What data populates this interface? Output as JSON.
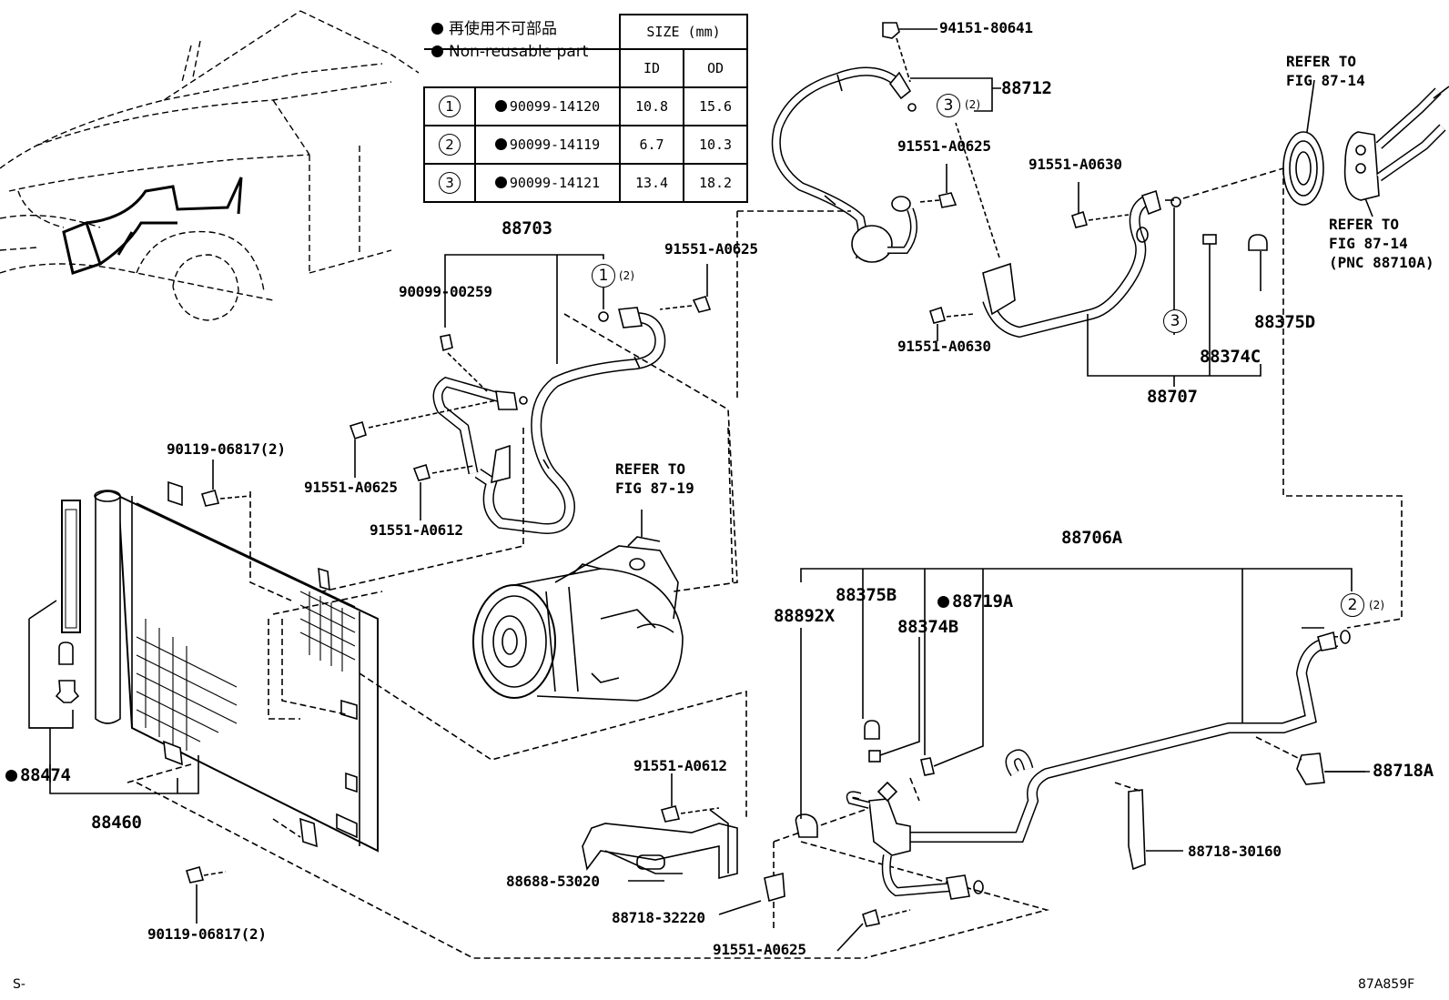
{
  "legend": {
    "line1": "再使用不可部品",
    "line2": "Non-reusable part"
  },
  "size_table": {
    "header": "SIZE (mm)",
    "col_id": "ID",
    "col_od": "OD",
    "rows": [
      {
        "mark": "1",
        "part": "90099-14120",
        "id": "10.8",
        "od": "15.6"
      },
      {
        "mark": "2",
        "part": "90099-14119",
        "id": "6.7",
        "od": "10.3"
      },
      {
        "mark": "3",
        "part": "90099-14121",
        "id": "13.4",
        "od": "18.2"
      }
    ]
  },
  "labels": {
    "p94151": "94151-80641",
    "p88712": "88712",
    "p91551_a0625_top": "91551-A0625",
    "p91551_a0630_top": "91551-A0630",
    "p91551_a0630_mid": "91551-A0630",
    "refer_87_14_top": "REFER TO\nFIG 87-14",
    "refer_87_14_side": "REFER TO\nFIG 87-14\n(PNC 88710A)",
    "p88375d": "88375D",
    "p88374c": "88374C",
    "p88707": "88707",
    "p88703": "88703",
    "p91551_a0625_b": "91551-A0625",
    "p90099_00259": "90099-00259",
    "p90119_top": "90119-06817(2)",
    "p91551_a0625_c": "91551-A0625",
    "p91551_a0612_a": "91551-A0612",
    "refer_87_19": "REFER TO\nFIG 87-19",
    "p88706a": "88706A",
    "p88892x": "88892X",
    "p88375b": "88375B",
    "p88719a": "88719A",
    "p88374b": "88374B",
    "p88718a": "88718A",
    "p88474": "88474",
    "p88460": "88460",
    "p91551_a0612_b": "91551-A0612",
    "p88718_30160": "88718-30160",
    "p88688": "88688-53020",
    "p88718_32220": "88718-32220",
    "p91551_a0625_d": "91551-A0625",
    "p90119_bot": "90119-06817(2)"
  },
  "callouts": {
    "c3_top": "3",
    "c3_top_qty": "(2)",
    "c1": "1",
    "c1_qty": "(2)",
    "c3_mid": "3",
    "c2": "2",
    "c2_qty": "(2)"
  },
  "footer": {
    "left": "S-",
    "right": "87A859F"
  }
}
